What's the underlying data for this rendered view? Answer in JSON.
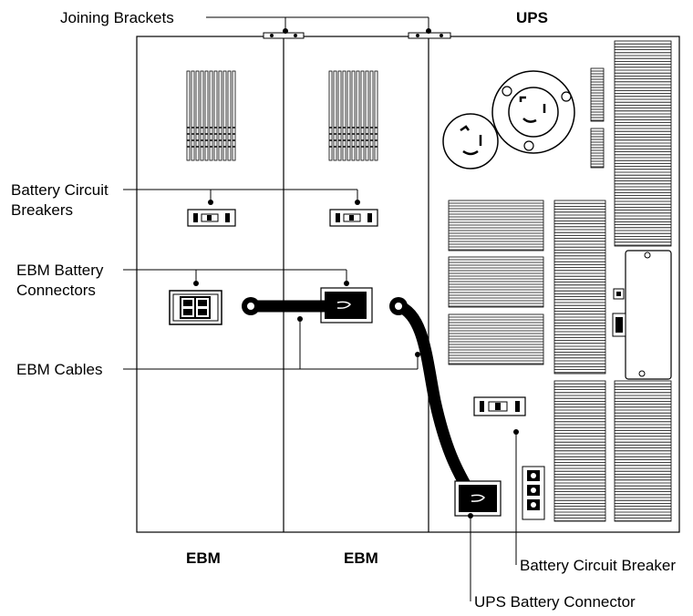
{
  "labels": {
    "joining_brackets": "Joining Brackets",
    "ups": "UPS",
    "battery_circuit_breakers_line1": "Battery Circuit",
    "battery_circuit_breakers_line2": "Breakers",
    "ebm_battery_connectors_line1": "EBM Battery",
    "ebm_battery_connectors_line2": "Connectors",
    "ebm_cables": "EBM Cables",
    "ebm_left": "EBM",
    "ebm_right": "EBM",
    "battery_circuit_breaker": "Battery Circuit Breaker",
    "ups_battery_connector": "UPS Battery Connector"
  }
}
